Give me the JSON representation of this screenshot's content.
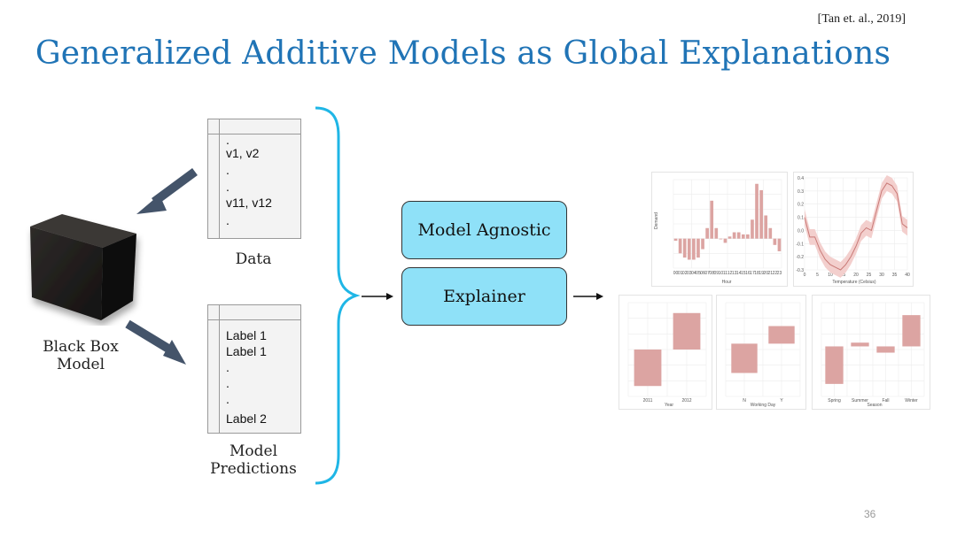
{
  "slide": {
    "citation": "[Tan et. al., 2019]",
    "title": "Generalized Additive Models as Global Explanations",
    "page_number": "36"
  },
  "black_box": {
    "label_line1": "Black Box",
    "label_line2": "Model"
  },
  "data_table": {
    "rows": [
      ".",
      "v1, v2",
      ".",
      ".",
      "v11, v12",
      "."
    ],
    "caption": "Data"
  },
  "predictions_table": {
    "rows": [
      "Label 1",
      "Label 1",
      ".",
      ".",
      ".",
      "Label 2"
    ],
    "caption_line1": "Model",
    "caption_line2": "Predictions"
  },
  "explainer": {
    "box1_label": "Model Agnostic",
    "box2_label": "Explainer"
  },
  "colors": {
    "title": "#2074b6",
    "box_fill": "#8fe1f8",
    "brace": "#1fb6e6",
    "arrow": "#44546a",
    "bar": "#dca4a2"
  },
  "shape_functions": {
    "hour": {
      "xlabel": "Hour",
      "ylabel": "Demand",
      "x_ticks": [
        "00",
        "01",
        "02",
        "03",
        "04",
        "05",
        "06",
        "07",
        "08",
        "09",
        "10",
        "11",
        "12",
        "13",
        "14",
        "15",
        "16",
        "17",
        "18",
        "19",
        "20",
        "21",
        "22",
        "23"
      ],
      "values": [
        -0.1,
        -0.7,
        -0.9,
        -1.0,
        -1.0,
        -0.9,
        -0.5,
        0.5,
        1.8,
        0.5,
        0.0,
        -0.2,
        0.1,
        0.3,
        0.3,
        0.2,
        0.2,
        0.9,
        2.6,
        2.3,
        1.1,
        0.5,
        -0.3,
        -0.6
      ]
    },
    "temperature": {
      "xlabel": "Temperature (Celsius)",
      "x_ticks": [
        "0",
        "5",
        "10",
        "15",
        "20",
        "25",
        "30",
        "35",
        "40"
      ],
      "y_ticks": [
        "0.4",
        "0.3",
        "0.2",
        "0.1",
        "0.0",
        "-0.1",
        "-0.2",
        "-0.3"
      ]
    },
    "year": {
      "xlabel": "Year",
      "categories": [
        "2011",
        "2012"
      ],
      "values": [
        -0.35,
        0.35
      ]
    },
    "working_day": {
      "xlabel": "Working Day",
      "categories": [
        "N",
        "Y"
      ],
      "values": [
        -0.05,
        0.03
      ]
    },
    "season": {
      "xlabel": "Season",
      "categories": [
        "Spring",
        "Summer",
        "Fall",
        "Winter"
      ],
      "values": [
        -0.3,
        0.03,
        -0.05,
        0.25
      ]
    }
  }
}
